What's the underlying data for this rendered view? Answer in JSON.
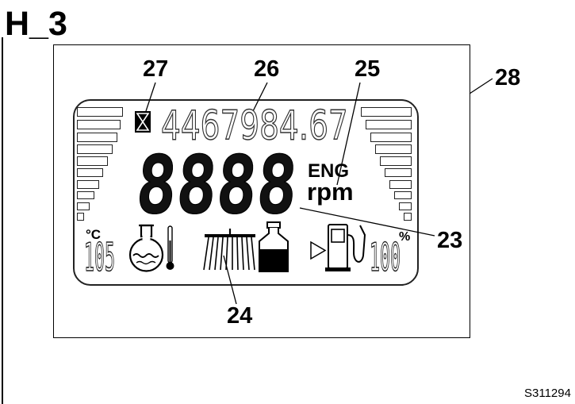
{
  "figure": {
    "title": "H_3",
    "code": "S311294"
  },
  "callouts": {
    "c23": "23",
    "c24": "24",
    "c25": "25",
    "c26": "26",
    "c27": "27",
    "c28": "28"
  },
  "display": {
    "hour_counter": "4467984.67",
    "main_value": "8888",
    "main_source": "ENG",
    "main_unit": "rpm",
    "temperature_unit": "°C",
    "temperature_value": "105",
    "fuel_unit": "%",
    "fuel_value": "100",
    "left_bar_gauge": {
      "segments": 10
    },
    "right_bar_gauge": {
      "segments": 10
    },
    "icons": [
      "hourglass-icon",
      "flask-icon",
      "thermometer-icon",
      "spray-boom-icon",
      "tank-icon",
      "arrow-icon",
      "fuel-pump-icon"
    ]
  },
  "colors": {
    "line": "#000000",
    "lcd_border": "#222222",
    "background": "#ffffff"
  }
}
